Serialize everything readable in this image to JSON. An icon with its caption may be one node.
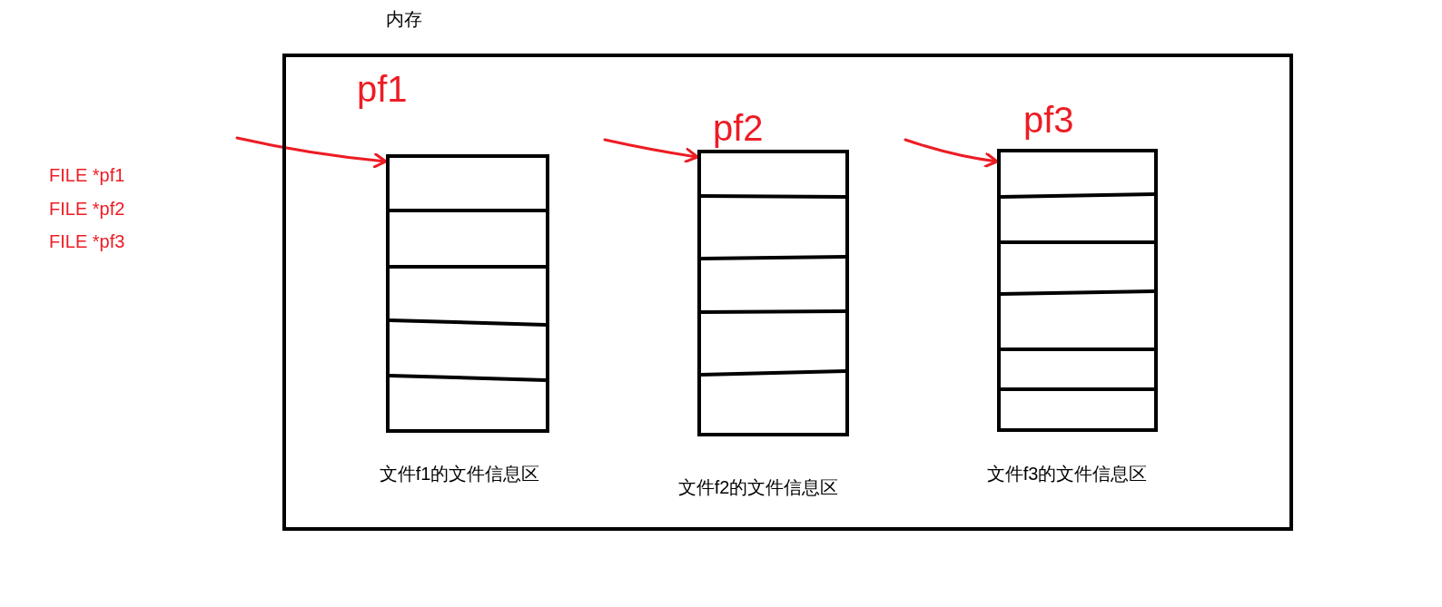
{
  "diagram": {
    "nodes": [
      {
        "text": [
          "内存"
        ]
      },
      {
        "text": [
          "文件f1的文件信息区"
        ],
        "in": 0
      },
      {
        "text": [
          "文件f2的文件信息区"
        ],
        "in": 0
      },
      {
        "text": [
          "文件f3的文件信息区"
        ],
        "in": 0
      }
    ],
    "edges": [
      {
        "from": null,
        "to": 1,
        "arrow": "to",
        "label": "pf1"
      },
      {
        "from": null,
        "to": 2,
        "arrow": "to",
        "label": "pf2"
      },
      {
        "from": null,
        "to": 3,
        "arrow": "to",
        "label": "pf3"
      }
    ],
    "labels": [
      "FILE *pf1",
      "FILE *pf2",
      "FILE *pf3"
    ]
  }
}
